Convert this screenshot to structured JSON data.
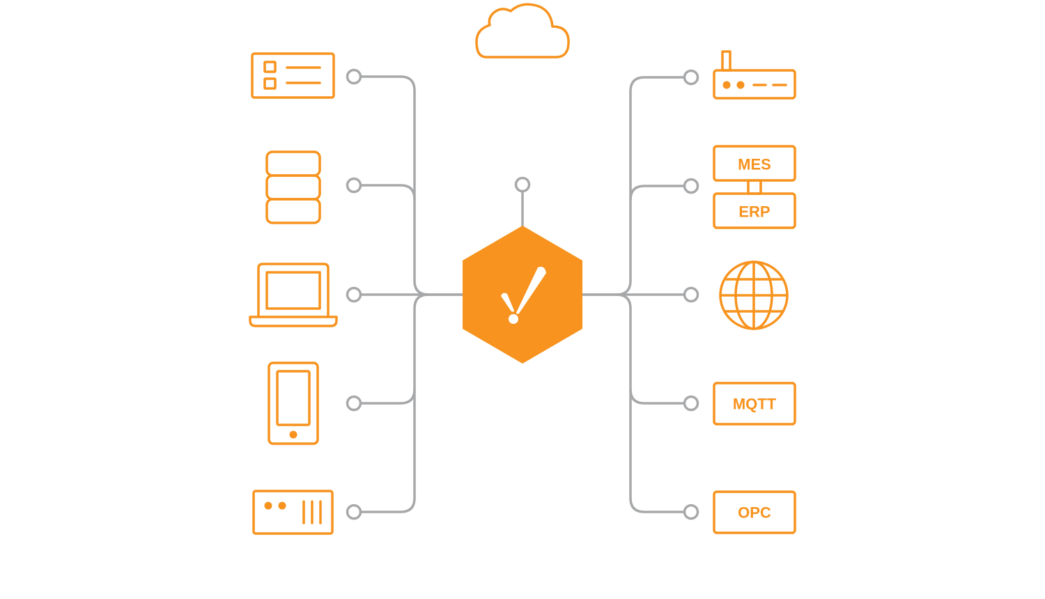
{
  "diagram": {
    "title": "",
    "colors": {
      "accent": "#f7931e",
      "connector": "#a7a8aa",
      "background": "#ffffff",
      "hub_glyph": "#ffffff"
    },
    "hub": {
      "name": "central-hub",
      "icon": "exclamation-logo-icon",
      "shape": "hexagon"
    },
    "top": {
      "icon": "cloud-icon",
      "port": "top-port"
    },
    "left_nodes": [
      {
        "id": "form",
        "icon": "form-checklist-icon",
        "label": ""
      },
      {
        "id": "database",
        "icon": "database-stack-icon",
        "label": ""
      },
      {
        "id": "laptop",
        "icon": "laptop-icon",
        "label": ""
      },
      {
        "id": "mobile",
        "icon": "mobile-phone-icon",
        "label": ""
      },
      {
        "id": "device",
        "icon": "hardware-device-icon",
        "label": ""
      }
    ],
    "right_nodes": [
      {
        "id": "router",
        "icon": "router-icon",
        "label": ""
      },
      {
        "id": "mes-erp",
        "icon": "mes-erp-stack-icon",
        "labels": [
          "MES",
          "ERP"
        ]
      },
      {
        "id": "web",
        "icon": "globe-icon",
        "label": ""
      },
      {
        "id": "mqtt",
        "icon": "protocol-box-icon",
        "label": "MQTT"
      },
      {
        "id": "opc",
        "icon": "protocol-box-icon",
        "label": "OPC"
      }
    ]
  }
}
